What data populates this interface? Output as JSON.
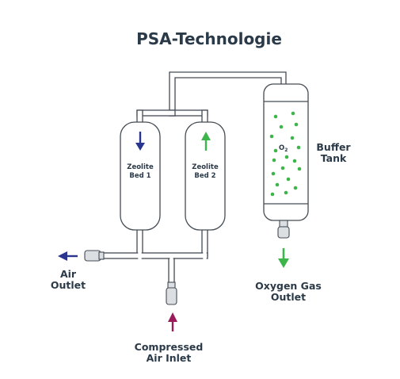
{
  "title": "PSA-Technologie",
  "beds": [
    {
      "line1": "Zeolite",
      "line2": "Bed 1"
    },
    {
      "line1": "Zeolite",
      "line2": "Bed 2"
    }
  ],
  "buffer_tank": {
    "line1": "Buffer",
    "line2": "Tank",
    "gas_label": "O",
    "gas_subscript": "2"
  },
  "air_outlet": {
    "line1": "Air",
    "line2": "Outlet"
  },
  "oxygen_outlet": {
    "line1": "Oxygen Gas",
    "line2": "Outlet"
  },
  "compressed_inlet": {
    "line1": "Compressed",
    "line2": "Air Inlet"
  },
  "colors": {
    "navy_arrow": "#2a3590",
    "green": "#3db54a",
    "magenta_arrow": "#9b1b5a",
    "outline": "#444c55",
    "text": "#2b3a48"
  }
}
